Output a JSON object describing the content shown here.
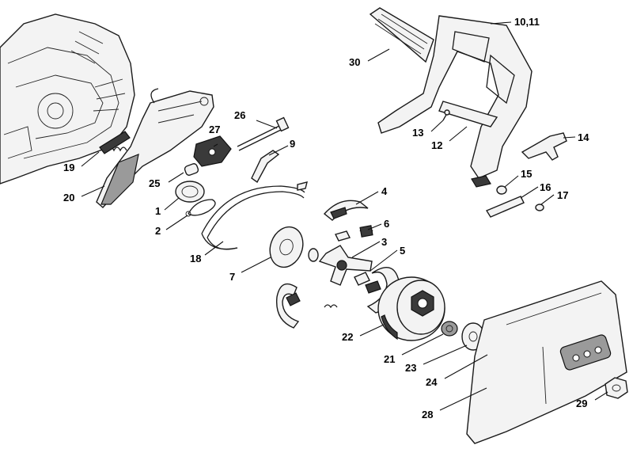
{
  "callouts": {
    "c1": "1",
    "c2": "2",
    "c3": "3",
    "c4": "4",
    "c5": "5",
    "c6": "6",
    "c7": "7",
    "c9": "9",
    "c1011": "10,11",
    "c12": "12",
    "c13": "13",
    "c14": "14",
    "c15": "15",
    "c16": "16",
    "c17": "17",
    "c18": "18",
    "c19": "19",
    "c20": "20",
    "c21": "21",
    "c22": "22",
    "c23": "23",
    "c24": "24",
    "c25": "25",
    "c26": "26",
    "c27": "27",
    "c28": "28",
    "c29": "29",
    "c30": "30"
  },
  "colors": {
    "line": "#1a1a1a",
    "fill": "#f3f3f3",
    "shade": "#3a3a3a"
  }
}
